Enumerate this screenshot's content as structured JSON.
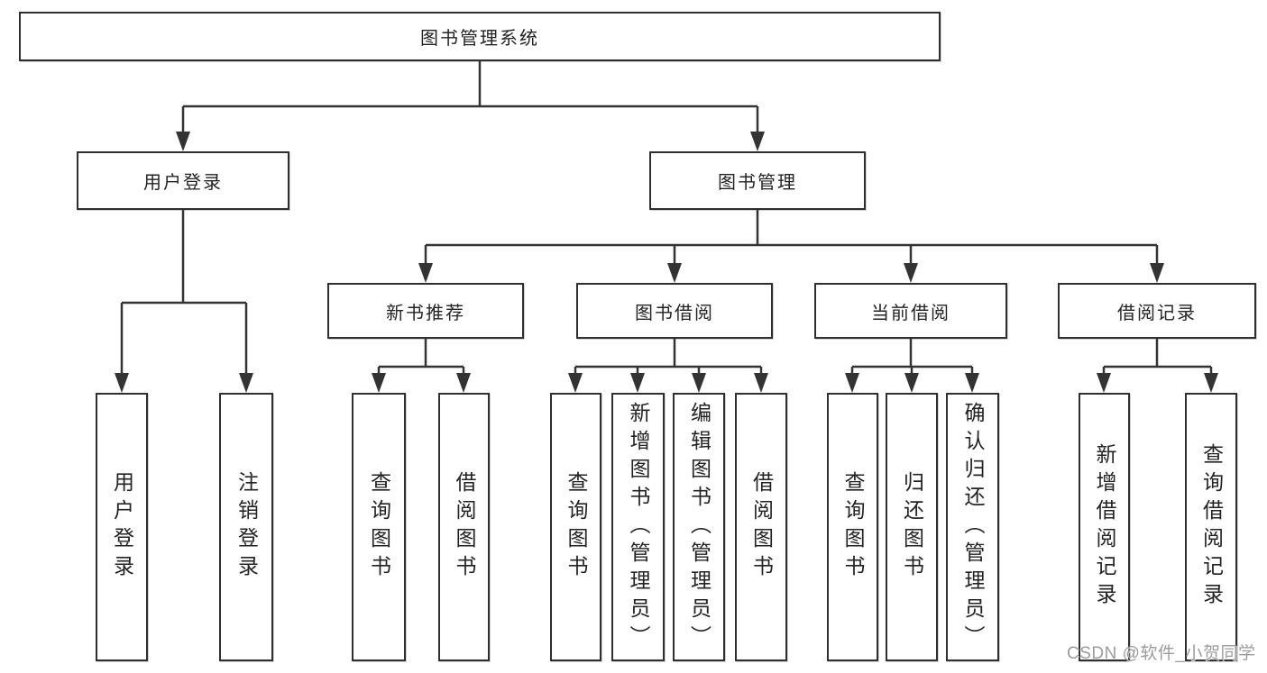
{
  "diagram": {
    "root": {
      "label": "图书管理系统"
    },
    "level2": [
      {
        "id": "user-login",
        "label": "用户登录"
      },
      {
        "id": "book-management",
        "label": "图书管理"
      }
    ],
    "level3": [
      {
        "id": "new-book-recommend",
        "label": "新书推荐"
      },
      {
        "id": "book-borrowing",
        "label": "图书借阅"
      },
      {
        "id": "current-borrowing",
        "label": "当前借阅"
      },
      {
        "id": "borrowing-records",
        "label": "借阅记录"
      }
    ],
    "leaves": [
      {
        "id": "user-login-leaf",
        "parent": "user-login",
        "label": "用户登录"
      },
      {
        "id": "logout",
        "parent": "user-login",
        "label": "注销登录"
      },
      {
        "id": "query-book-1",
        "parent": "new-book-recommend",
        "label": "查询图书"
      },
      {
        "id": "borrow-book-1",
        "parent": "new-book-recommend",
        "label": "借阅图书"
      },
      {
        "id": "query-book-2",
        "parent": "book-borrowing",
        "label": "查询图书"
      },
      {
        "id": "add-book-admin",
        "parent": "book-borrowing",
        "label": "新增图书（管理员）"
      },
      {
        "id": "edit-book-admin",
        "parent": "book-borrowing",
        "label": "编辑图书（管理员）"
      },
      {
        "id": "borrow-book-2",
        "parent": "book-borrowing",
        "label": "借阅图书"
      },
      {
        "id": "query-book-3",
        "parent": "current-borrowing",
        "label": "查询图书"
      },
      {
        "id": "return-book",
        "parent": "current-borrowing",
        "label": "归还图书"
      },
      {
        "id": "confirm-return-admin",
        "parent": "current-borrowing",
        "label": "确认归还（管理员）"
      },
      {
        "id": "add-borrow-record",
        "parent": "borrowing-records",
        "label": "新增借阅记录"
      },
      {
        "id": "query-borrow-record",
        "parent": "borrowing-records",
        "label": "查询借阅记录"
      }
    ]
  },
  "watermark": {
    "text": "CSDN @软件_小贺同学"
  },
  "colors": {
    "background": "#ffffff",
    "box_border": "#2f2f2f",
    "line": "#333333",
    "text": "#232323",
    "watermark": "#9c9c9c"
  }
}
